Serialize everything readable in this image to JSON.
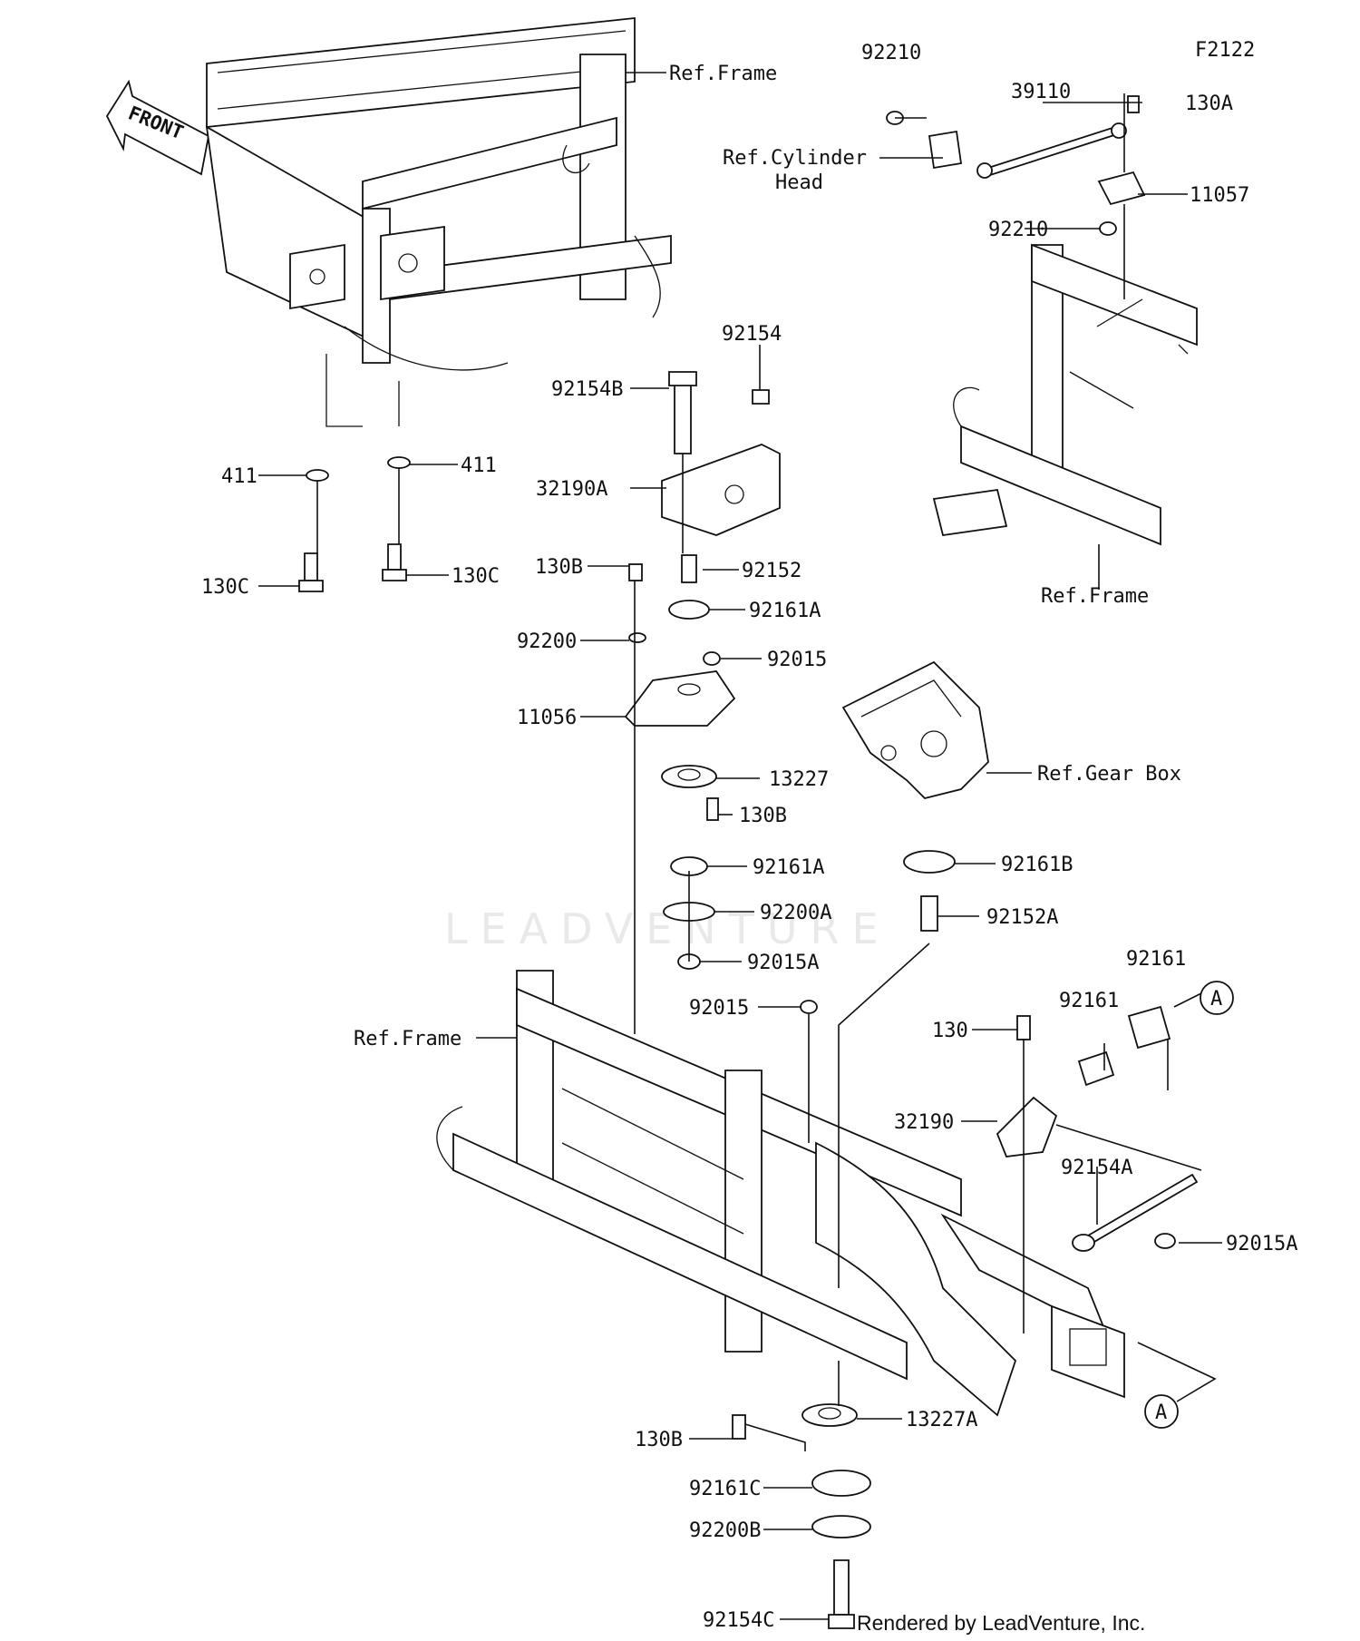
{
  "figure_code": "F2122",
  "front_label": "FRONT",
  "watermark": "LEADVENTURE",
  "credit": "Rendered by LeadVenture, Inc.",
  "callout_letter": "A",
  "ref_labels": {
    "frame": "Ref.Frame",
    "cylinder_head_line1": "Ref.Cylinder",
    "cylinder_head_line2": "Head",
    "gear_box": "Ref.Gear Box"
  },
  "part_numbers": {
    "p411": "411",
    "p130": "130",
    "p130a": "130A",
    "p130b": "130B",
    "p130c": "130C",
    "p11056": "11056",
    "p11057": "11057",
    "p13227": "13227",
    "p13227a": "13227A",
    "p32190": "32190",
    "p32190a": "32190A",
    "p39110": "39110",
    "p92015": "92015",
    "p92015a": "92015A",
    "p92152": "92152",
    "p92152a": "92152A",
    "p92154": "92154",
    "p92154a": "92154A",
    "p92154b": "92154B",
    "p92154c": "92154C",
    "p92161": "92161",
    "p92161a": "92161A",
    "p92161b": "92161B",
    "p92161c": "92161C",
    "p92200": "92200",
    "p92200a": "92200A",
    "p92200b": "92200B",
    "p92210": "92210"
  }
}
